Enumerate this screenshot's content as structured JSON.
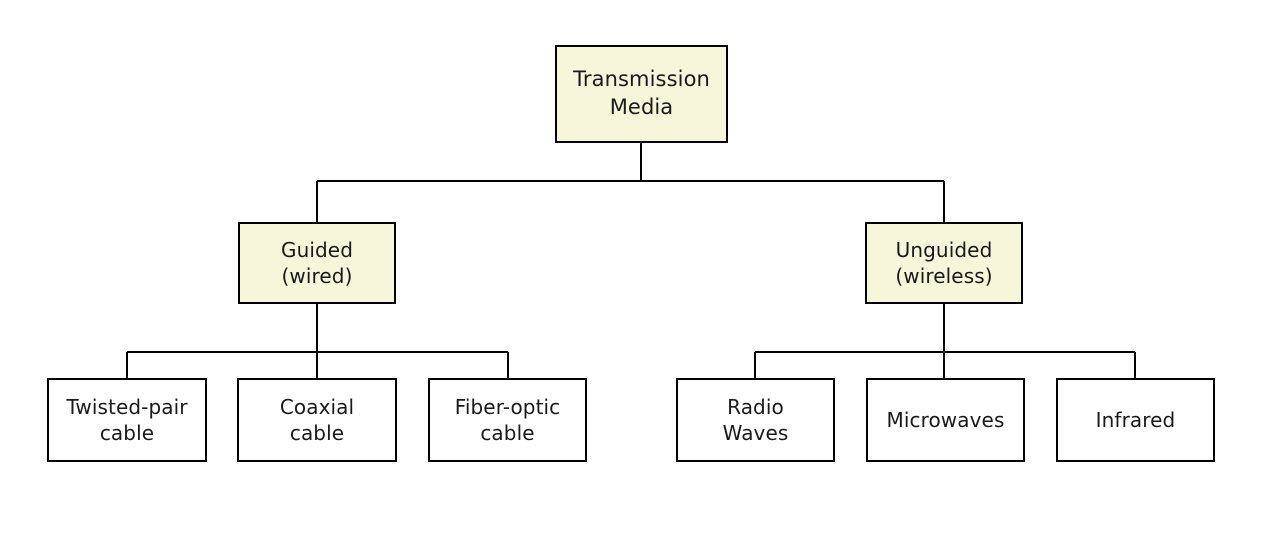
{
  "diagram": {
    "title": "Transmission Media classification tree",
    "type": "hierarchy-tree",
    "background_color": "#ffffff",
    "line_color": "#000000",
    "text_color": "#1a1a1a",
    "filled_node_color": "#f6f6da",
    "plain_node_color": "#ffffff",
    "root": {
      "label": "Transmission\nMedia"
    },
    "branches": [
      {
        "label": "Guided\n(wired)"
      },
      {
        "label": "Unguided\n(wireless)"
      }
    ],
    "leaves_guided": [
      {
        "label": "Twisted-pair\ncable"
      },
      {
        "label": "Coaxial\ncable"
      },
      {
        "label": "Fiber-optic\ncable"
      }
    ],
    "leaves_unguided": [
      {
        "label": "Radio\nWaves"
      },
      {
        "label": "Microwaves"
      },
      {
        "label": "Infrared"
      }
    ]
  }
}
